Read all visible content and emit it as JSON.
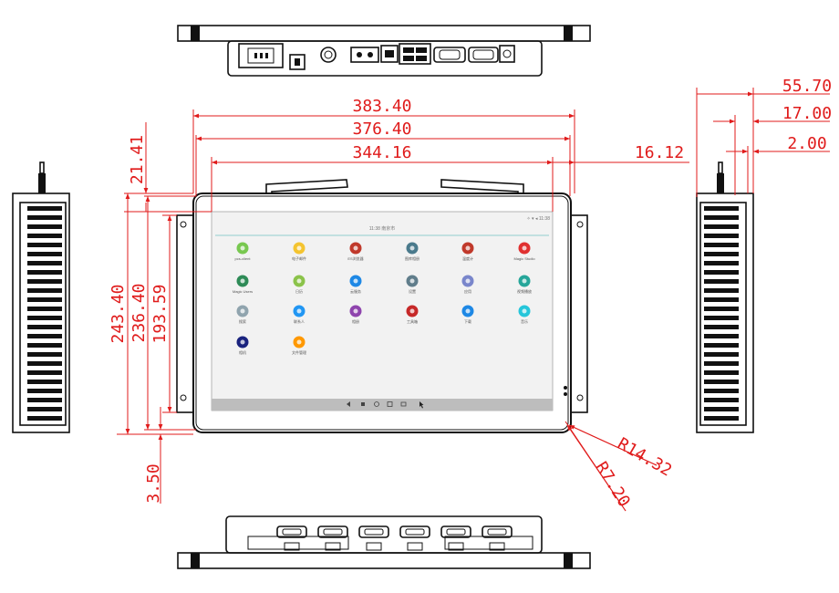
{
  "dimensions": {
    "overall_width": "383.40",
    "bezel_width": "376.40",
    "screen_width": "344.16",
    "side_offset": "16.12",
    "overall_height": "243.40",
    "bezel_height": "236.40",
    "screen_height": "193.59",
    "top_offset": "21.41",
    "bottom_offset": "3.50",
    "outer_radius": "R14.32",
    "inner_radius": "R7.20",
    "total_depth": "55.70",
    "bezel_depth": "17.00",
    "glass_depth": "2.00"
  },
  "screen": {
    "status_center": "11:38 南京市",
    "status_right": "✧ ▾ ◂ 11:38",
    "apps": [
      {
        "label": "pcs-client",
        "color": "#78c850",
        "icon": "android-icon"
      },
      {
        "label": "电子邮件",
        "color": "#f4c430",
        "icon": "mail-icon"
      },
      {
        "label": "ES浏览器",
        "color": "#c0392b",
        "icon": "house-icon"
      },
      {
        "label": "图库相册",
        "color": "#4a7a8c",
        "icon": "gallery-icon"
      },
      {
        "label": "温度计",
        "color": "#c0392b",
        "icon": "thermometer-icon"
      },
      {
        "label": "Magic Studio",
        "color": "#e03030",
        "icon": "record-icon"
      },
      {
        "label": "Magic Users",
        "color": "#2e8b57",
        "icon": "users-icon"
      },
      {
        "label": "日历",
        "color": "#8bc34a",
        "icon": "calendar-icon"
      },
      {
        "label": "云服务",
        "color": "#1e88e5",
        "icon": "cloud-icon"
      },
      {
        "label": "设置",
        "color": "#607d8b",
        "icon": "gear-icon"
      },
      {
        "label": "应用",
        "color": "#7986cb",
        "icon": "cube-icon"
      },
      {
        "label": "视频播放",
        "color": "#26a69a",
        "icon": "play-icon"
      },
      {
        "label": "搜索",
        "color": "#90a4ae",
        "icon": "search-icon"
      },
      {
        "label": "联系人",
        "color": "#2196f3",
        "icon": "contact-icon"
      },
      {
        "label": "相册",
        "color": "#8e44ad",
        "icon": "photo-icon"
      },
      {
        "label": "工具箱",
        "color": "#c62828",
        "icon": "toolbox-icon"
      },
      {
        "label": "下载",
        "color": "#1e88e5",
        "icon": "download-icon"
      },
      {
        "label": "音乐",
        "color": "#26c6da",
        "icon": "music-icon"
      },
      {
        "label": "相机",
        "color": "#1a237e",
        "icon": "camera-icon"
      },
      {
        "label": "文件管理",
        "color": "#ff9800",
        "icon": "folder-icon"
      }
    ]
  }
}
